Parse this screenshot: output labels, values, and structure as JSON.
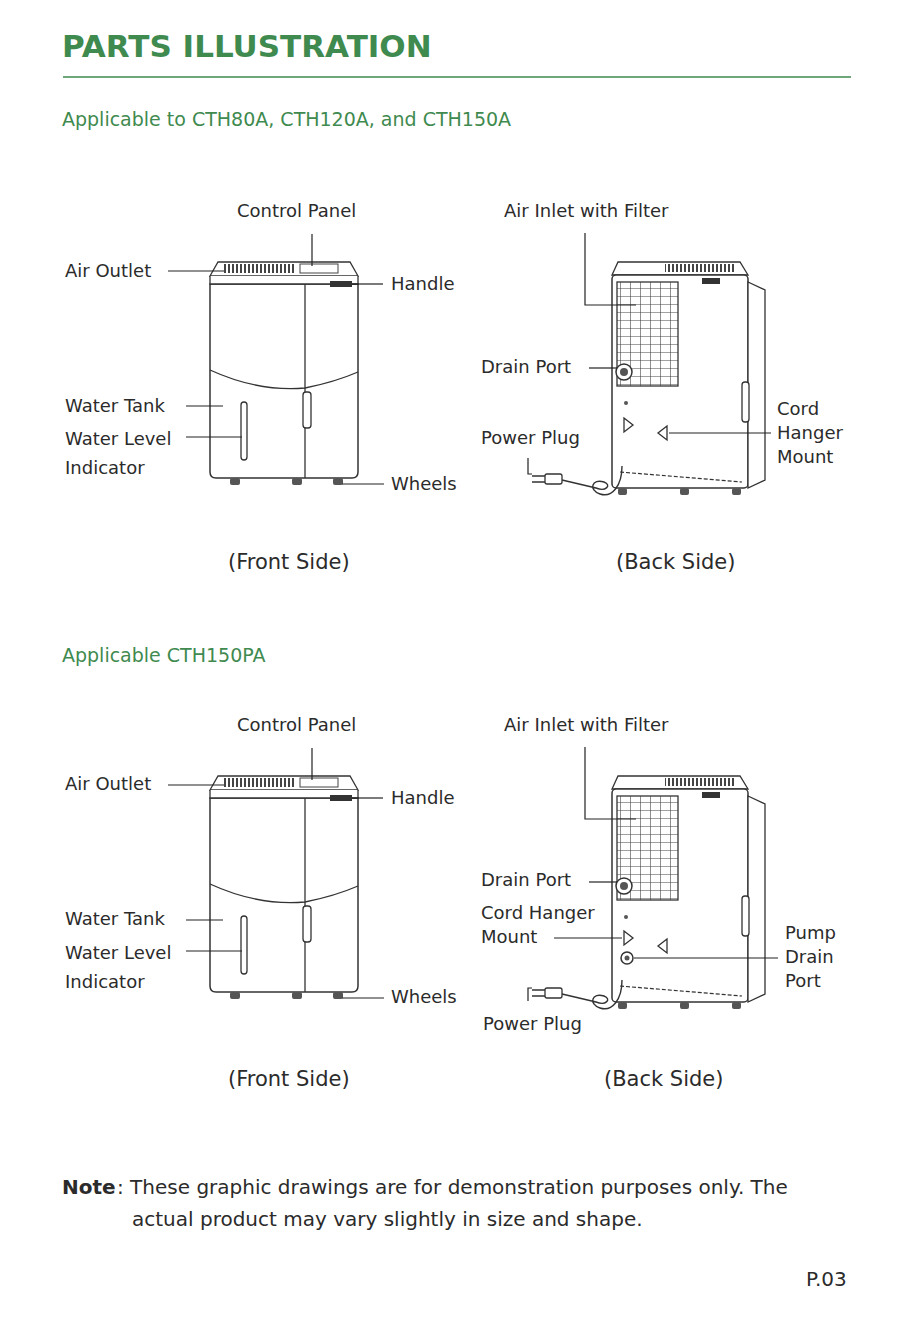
{
  "diagram": {
    "title": "PARTS ILLUSTRATION",
    "labels": [
      "Applicable to CTH80A, CTH120A, and CTH150A",
      "Control Panel",
      "Air Inlet with Filter",
      "Air Outlet",
      "Handle",
      "Drain Port",
      "Water Tank",
      "Water Level Indicator",
      "Cord Hanger Mount",
      "Power Plug",
      "Wheels",
      "(Front Side)",
      "(Back Side)",
      "Applicable CTH150PA",
      "Control Panel",
      "Air Inlet with Filter",
      "Air Outlet",
      "Handle",
      "Drain Port",
      "Cord Hanger Mount",
      "Water Tank",
      "Pump Drain Port",
      "Water Level Indicator",
      "Power Plug",
      "Wheels",
      "(Front Side)",
      "(Back Side)",
      "Note",
      ": These graphic drawings are for demonstration purposes only. The actual product may vary slightly in size and shape.",
      "P.03"
    ]
  }
}
